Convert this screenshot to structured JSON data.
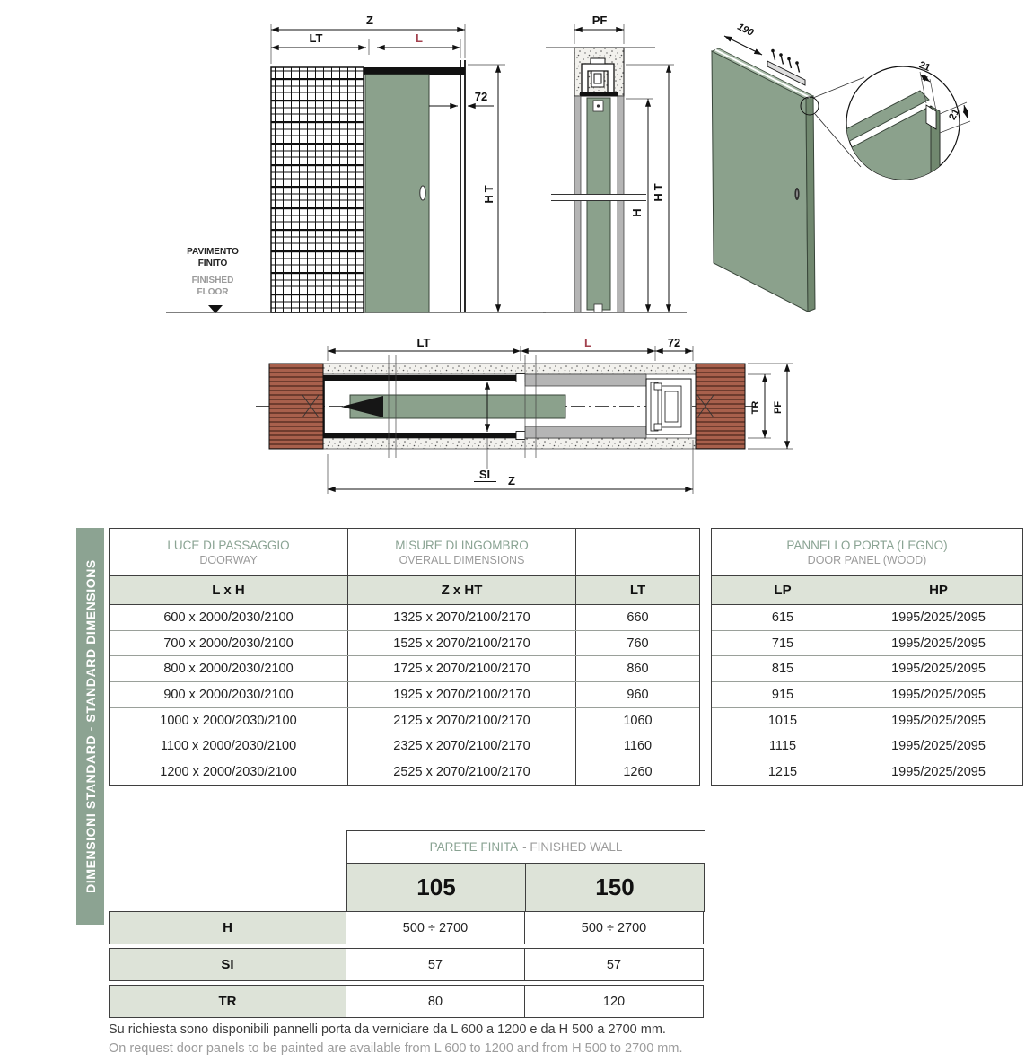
{
  "sidebar": {
    "label": "DIMENSIONI STANDARD - STANDARD DIMENSIONS"
  },
  "drawings": {
    "front": {
      "z": "Z",
      "lt": "LT",
      "l": "L",
      "jamb": "72",
      "ht": "HT",
      "floor_it1": "PAVIMENTO",
      "floor_it2": "FINITO",
      "floor_en1": "FINISHED",
      "floor_en2": "FLOOR"
    },
    "section": {
      "pf": "PF",
      "h": "H",
      "ht": "HT"
    },
    "iso": {
      "edge": "190",
      "groove_w": "21",
      "groove_d": "21"
    },
    "plan": {
      "lt": "LT",
      "l": "L",
      "jamb": "72",
      "si": "SI",
      "z": "Z",
      "tr": "TR",
      "pf": "PF"
    }
  },
  "tables": {
    "doorway": {
      "header_col1_it": "LUCE DI PASSAGGIO",
      "header_col1_en": "DOORWAY",
      "header_col2_it": "MISURE DI INGOMBRO",
      "header_col2_en": "OVERALL DIMENSIONS",
      "sub": [
        "L x H",
        "Z x HT",
        "LT"
      ],
      "rows": [
        [
          "600 x 2000/2030/2100",
          "1325 x 2070/2100/2170",
          "660"
        ],
        [
          "700 x 2000/2030/2100",
          "1525 x 2070/2100/2170",
          "760"
        ],
        [
          "800 x 2000/2030/2100",
          "1725 x 2070/2100/2170",
          "860"
        ],
        [
          "900 x 2000/2030/2100",
          "1925 x 2070/2100/2170",
          "960"
        ],
        [
          "1000 x 2000/2030/2100",
          "2125 x 2070/2100/2170",
          "1060"
        ],
        [
          "1100 x 2000/2030/2100",
          "2325 x 2070/2100/2170",
          "1160"
        ],
        [
          "1200 x 2000/2030/2100",
          "2525 x 2070/2100/2170",
          "1260"
        ]
      ]
    },
    "panel": {
      "header_it": "PANNELLO PORTA (LEGNO)",
      "header_en": "DOOR PANEL (WOOD)",
      "sub": [
        "LP",
        "HP"
      ],
      "rows": [
        [
          "615",
          "1995/2025/2095"
        ],
        [
          "715",
          "1995/2025/2095"
        ],
        [
          "815",
          "1995/2025/2095"
        ],
        [
          "915",
          "1995/2025/2095"
        ],
        [
          "1015",
          "1995/2025/2095"
        ],
        [
          "1115",
          "1995/2025/2095"
        ],
        [
          "1215",
          "1995/2025/2095"
        ]
      ]
    },
    "wall": {
      "header_it": "PARETE FINITA",
      "header_en": "- FINISHED WALL",
      "cols": [
        "105",
        "150"
      ],
      "rows": [
        [
          "H",
          "500 ÷ 2700",
          "500 ÷ 2700"
        ],
        [
          "SI",
          "57",
          "57"
        ],
        [
          "TR",
          "80",
          "120"
        ]
      ]
    }
  },
  "footnotes": {
    "it": "Su richiesta sono disponibili pannelli porta da verniciare da L 600 a 1200 e da H 500 a 2700 mm.",
    "en": "On request door panels to be painted are available from L 600 to 1200 and from H 500 to 2700 mm."
  },
  "colors": {
    "panel_green": "#8BA18C",
    "sidebar_green": "#8CA392",
    "accent_red": "#A2414E",
    "table_band": "#DDE3D8",
    "header_green": "#8AA393",
    "header_gray": "#9B9B9B",
    "brick": "#A8604C"
  }
}
